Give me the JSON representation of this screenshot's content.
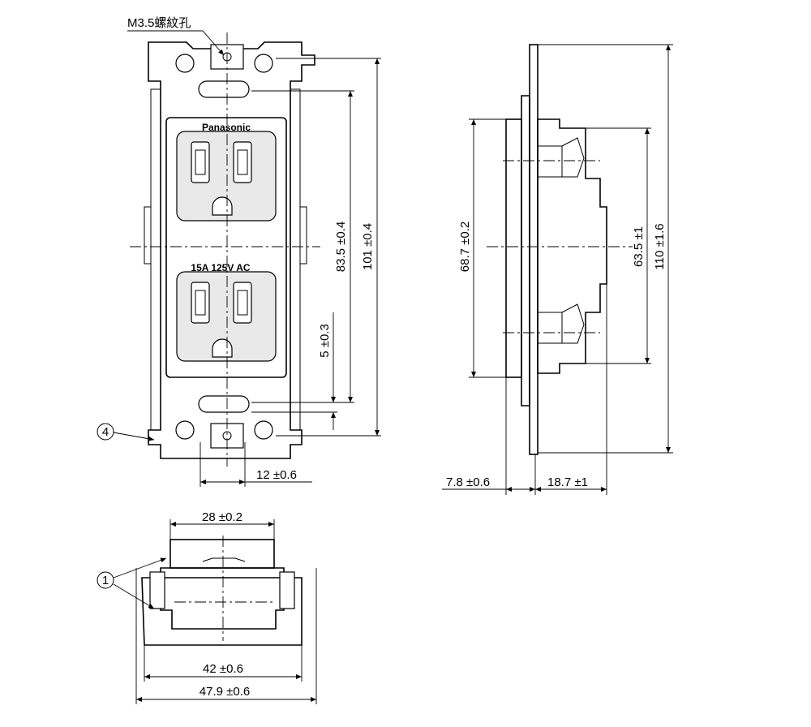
{
  "front_view": {
    "screw_hole_label": "M3.5螺紋孔",
    "brand": "Panasonic",
    "rating": "15A 125V AC",
    "dim_outer_height": "101 ±0.4",
    "dim_mount_pitch": "83.5 ±0.4",
    "dim_slot": "5 ±0.3",
    "dim_tab_width": "12 ±0.6",
    "part_4": "4"
  },
  "side_view": {
    "dim_body_height": "68.7 ±0.2",
    "dim_inner_height": "63.5 ±1",
    "dim_total_height": "110 ±1.6",
    "dim_front_depth": "7.8 ±0.6",
    "dim_rear_depth": "18.7 ±1"
  },
  "bottom_view": {
    "dim_face_width": "28 ±0.2",
    "dim_body_width": "42 ±0.6",
    "dim_frame_width": "47.9 ±0.6",
    "part_1": "1"
  }
}
